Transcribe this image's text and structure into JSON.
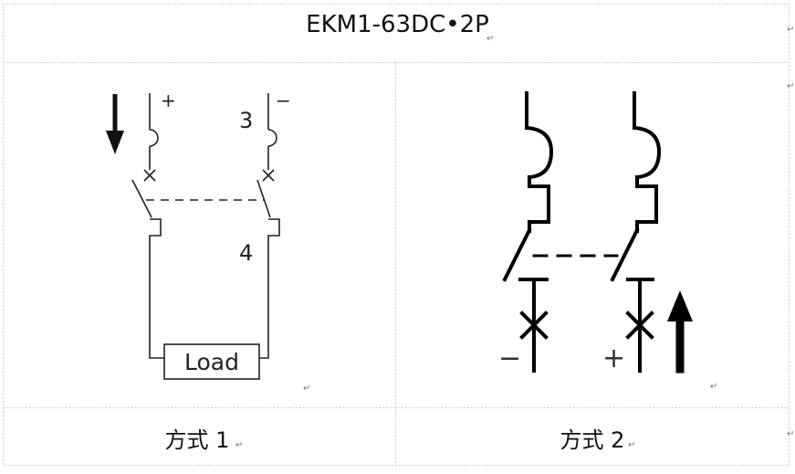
{
  "title": "EKM1-63DC•2P",
  "method1": {
    "caption": "方式 1",
    "plus_sign": "+",
    "minus_sign": "−",
    "terminal_top": "3",
    "terminal_bottom": "4",
    "load_label": "Load"
  },
  "method2": {
    "caption": "方式 2",
    "minus_sign": "−",
    "plus_sign": "+"
  },
  "colors": {
    "grid": "#c8c8c8",
    "line": "#222222",
    "thick": "#000000"
  },
  "paragraph_mark": "↵"
}
